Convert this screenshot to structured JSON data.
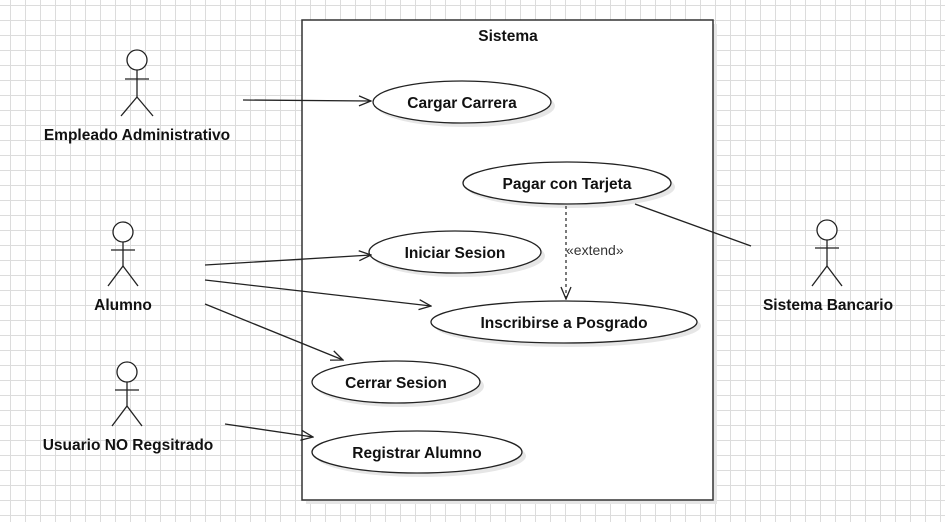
{
  "system": {
    "title": "Sistema"
  },
  "actors": {
    "empleado": "Empleado Administrativo",
    "alumno": "Alumno",
    "usuario": "Usuario NO Regsitrado",
    "banco": "Sistema Bancario"
  },
  "use_cases": {
    "cargar_carrera": "Cargar Carrera",
    "pagar_tarjeta": "Pagar con Tarjeta",
    "iniciar_sesion": "Iniciar Sesion",
    "inscribirse_posgrado": "Inscribirse a Posgrado",
    "cerrar_sesion": "Cerrar Sesion",
    "registrar_alumno": "Registrar Alumno"
  },
  "relations": {
    "extend_label": "«extend»"
  },
  "colors": {
    "stroke": "#222222",
    "shadow": "#e6e6e6",
    "grid": "#dcdcdc"
  }
}
